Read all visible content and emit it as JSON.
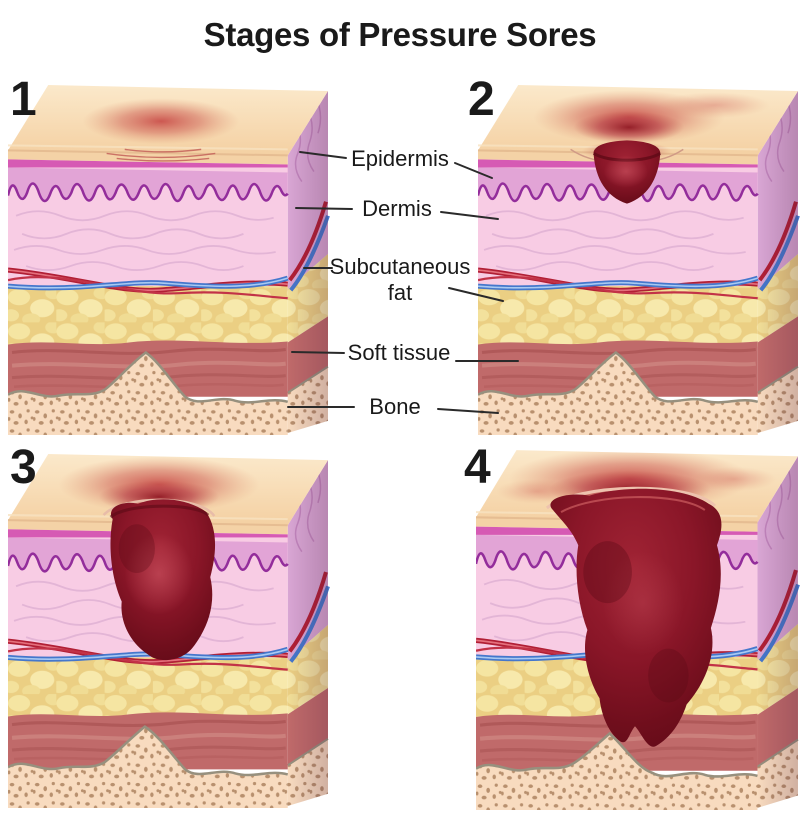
{
  "title": "Stages of Pressure Sores",
  "stages": [
    {
      "number": "1"
    },
    {
      "number": "2"
    },
    {
      "number": "3"
    },
    {
      "number": "4"
    }
  ],
  "layer_labels": {
    "epidermis": "Epidermis",
    "dermis": "Dermis",
    "subcutaneous_fat": "Subcutaneous fat",
    "soft_tissue": "Soft tissue",
    "bone": "Bone"
  },
  "palette": {
    "background": "#ffffff",
    "text": "#1a1a1a",
    "skin_top": "#f6d8ac",
    "skin_lip": "#f4d2a6",
    "epidermis_magenta": "#d65ab4",
    "epidermis_band": "#e2a4d6",
    "epidermis_zigzag": "#932d9b",
    "dermis_pink": "#f8cce4",
    "artery_red": "#b11f35",
    "vein_blue": "#4577cc",
    "fat_yellow": "#ebcf83",
    "fat_blob": "#f5e5a2",
    "muscle_mauve": "#c06a6a",
    "bone_peach": "#f8dbbf",
    "bone_dot": "#b8906e",
    "bone_outline": "#97907e",
    "inflammation_red": "#c43c3c",
    "sore_dark_red": "#7a1020"
  }
}
